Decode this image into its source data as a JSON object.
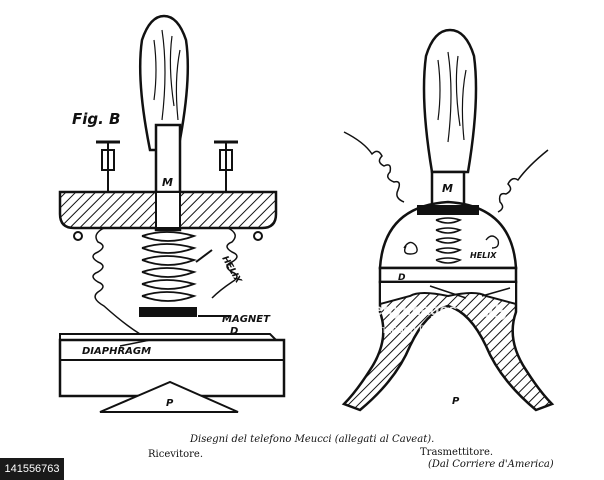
{
  "figure_label": "Fig. B",
  "labels": {
    "m_left": "M",
    "m_right": "M",
    "helix_left": "HELIX",
    "helix_right": "HELIX",
    "magnet": "MAGNET",
    "diaphragm": "DIAPHRAGM",
    "d_left": "D",
    "d_right": "D",
    "p_left": "P",
    "p_right": "P"
  },
  "caption": {
    "title": "Disegni del telefono Meucci (allegati al Caveat).",
    "left": "Ricevitore.",
    "right": "Trasmettitore.",
    "source": "(Dal Corriere d'America)"
  },
  "watermark": {
    "brand_line1": "gettyimages",
    "brand_line2": "Mondadori Portfolio",
    "mark": "45"
  },
  "image_id": "141556763",
  "colors": {
    "ink": "#111111",
    "paper": "#ffffff",
    "tag_bg": "#1a1a1a"
  }
}
